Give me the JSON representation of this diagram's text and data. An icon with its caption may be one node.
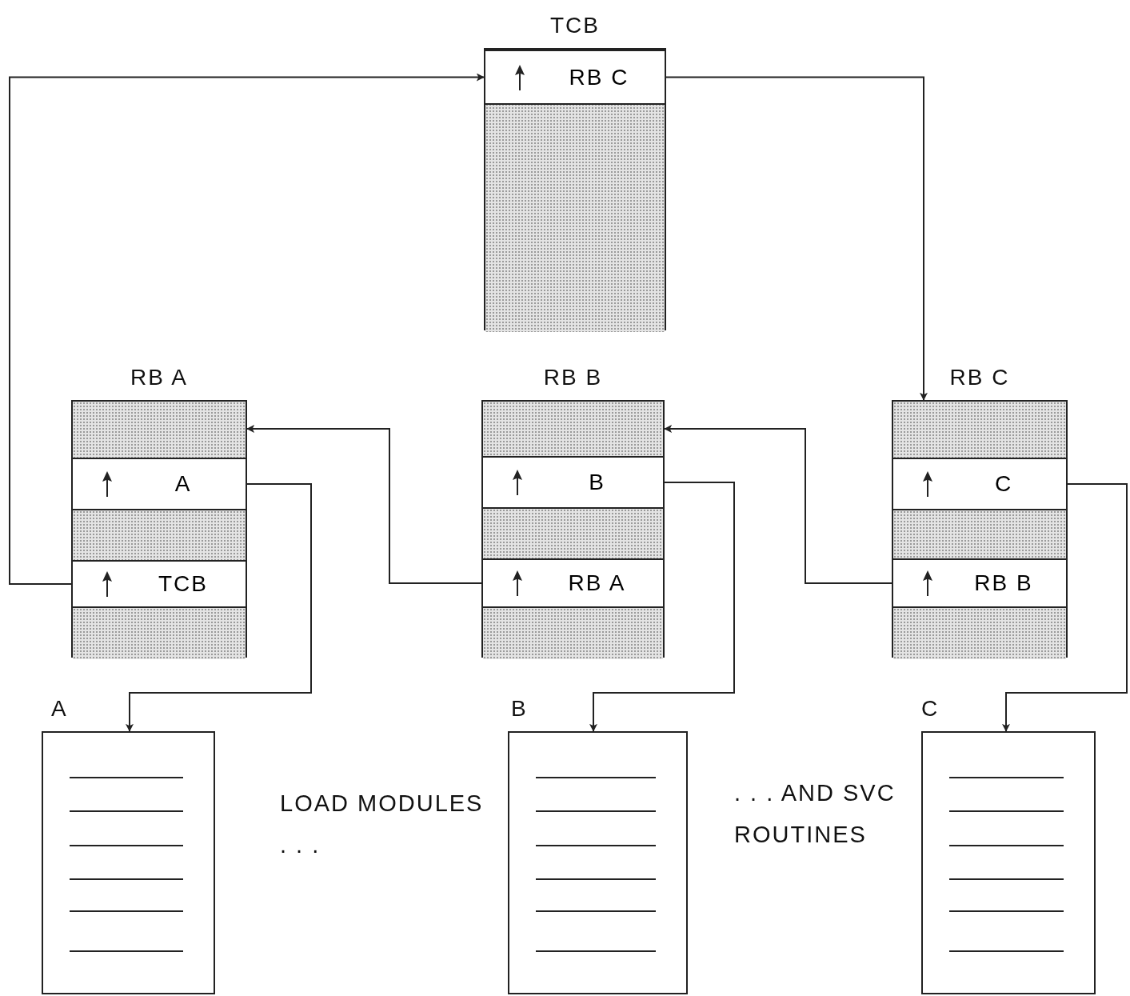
{
  "diagram": {
    "nodes": [
      {
        "text": [
          "TCB"
        ]
      },
      {
        "text": [
          "RB C"
        ],
        "in": 0
      },
      {
        "text": [
          "RB A"
        ]
      },
      {
        "text": [
          "A"
        ],
        "in": 2
      },
      {
        "text": [
          "TCB"
        ],
        "in": 2
      },
      {
        "text": [
          "RB B"
        ]
      },
      {
        "text": [
          "B"
        ],
        "in": 5
      },
      {
        "text": [
          "RB A"
        ],
        "in": 5
      },
      {
        "text": [
          "RB C"
        ]
      },
      {
        "text": [
          "C"
        ],
        "in": 8
      },
      {
        "text": [
          "RB B"
        ],
        "in": 8
      },
      {
        "text": [
          "A"
        ]
      },
      {
        "text": [
          "B"
        ]
      },
      {
        "text": [
          "C"
        ]
      }
    ],
    "edges": [
      {
        "from": 4,
        "to": 0,
        "arrow": "to"
      },
      {
        "from": 1,
        "to": 8,
        "arrow": "to"
      },
      {
        "from": 7,
        "to": 2,
        "arrow": "to"
      },
      {
        "from": 10,
        "to": 5,
        "arrow": "to"
      },
      {
        "from": 3,
        "to": 11,
        "arrow": "to"
      },
      {
        "from": 6,
        "to": 12,
        "arrow": "to"
      },
      {
        "from": 9,
        "to": 13,
        "arrow": "to"
      }
    ],
    "labels": [
      "LOAD MODULES . . .",
      ". . . AND SVC ROUTINES"
    ]
  }
}
